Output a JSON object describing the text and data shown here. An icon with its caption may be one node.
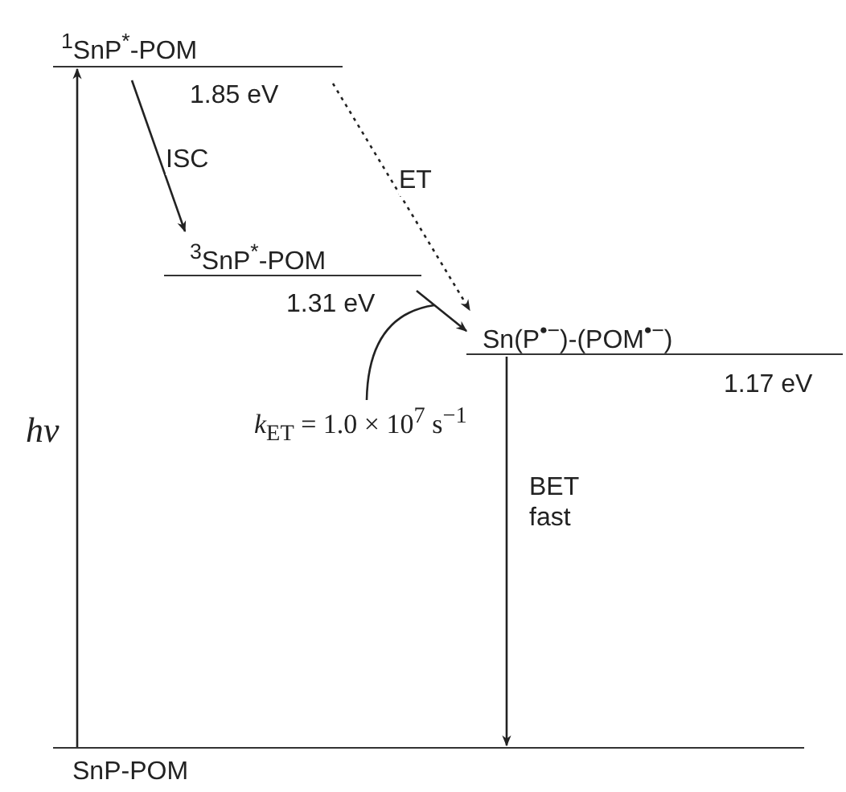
{
  "diagram": {
    "nodes": [
      {
        "text": [
          "$^{1}$SnP$^{*}$-POM"
        ],
        "beside": [
          "1.85 eV"
        ]
      },
      {
        "text": [
          "$^{3}$SnP$^{*}$-POM"
        ],
        "beside": [
          "1.31 eV"
        ]
      },
      {
        "text": [
          "Sn(P$^{•−}$)-(POM$^{•−}$)"
        ],
        "beside": [
          "1.17 eV"
        ]
      },
      {
        "text": [
          "SnP-POM"
        ]
      },
      {
        "text": [
          "*k*$_{ET}$ = 1.0 × 10$^{7}$ s$^{−1}$"
        ]
      }
    ],
    "edges": [
      {
        "from": 3,
        "to": 0,
        "arrow": "to",
        "label": "hν"
      },
      {
        "from": 0,
        "to": 1,
        "arrow": "to",
        "label": "ISC"
      },
      {
        "from": 0,
        "to": 2,
        "arrow": "to",
        "label": "ET",
        "style": "dashed"
      },
      {
        "from": 1,
        "to": 2,
        "arrow": "to"
      },
      {
        "from": 2,
        "to": 3,
        "arrow": "to",
        "label": "BET fast"
      },
      {
        "from": 4,
        "to": null,
        "arrow": "none"
      }
    ]
  }
}
